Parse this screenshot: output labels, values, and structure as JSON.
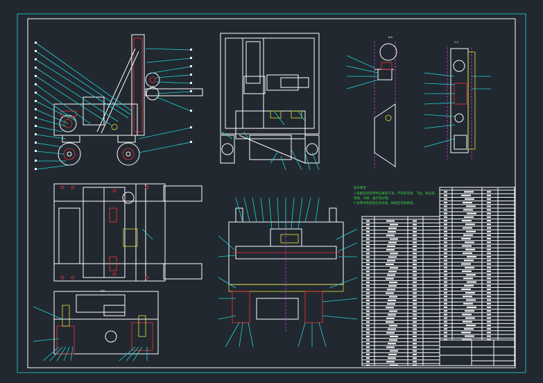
{
  "drawing": {
    "section_label_a": "A-A",
    "section_label_b": "B-B",
    "section_label_c": "C-C",
    "notes_title": "技术要求",
    "notes": [
      "1.装配前所有零件应清洗干净，不得有毛刺、飞边、氧化皮、",
      "  锈蚀、切屑、油污等异物。",
      "2.各零件装配前应去毛刺，按规定涂防锈漆。"
    ]
  },
  "colors": {
    "background": "#212830",
    "outline": "#ffffff",
    "leader": "#22d8dc",
    "hatch": "#ff3030",
    "notes": "#3fd13f"
  }
}
